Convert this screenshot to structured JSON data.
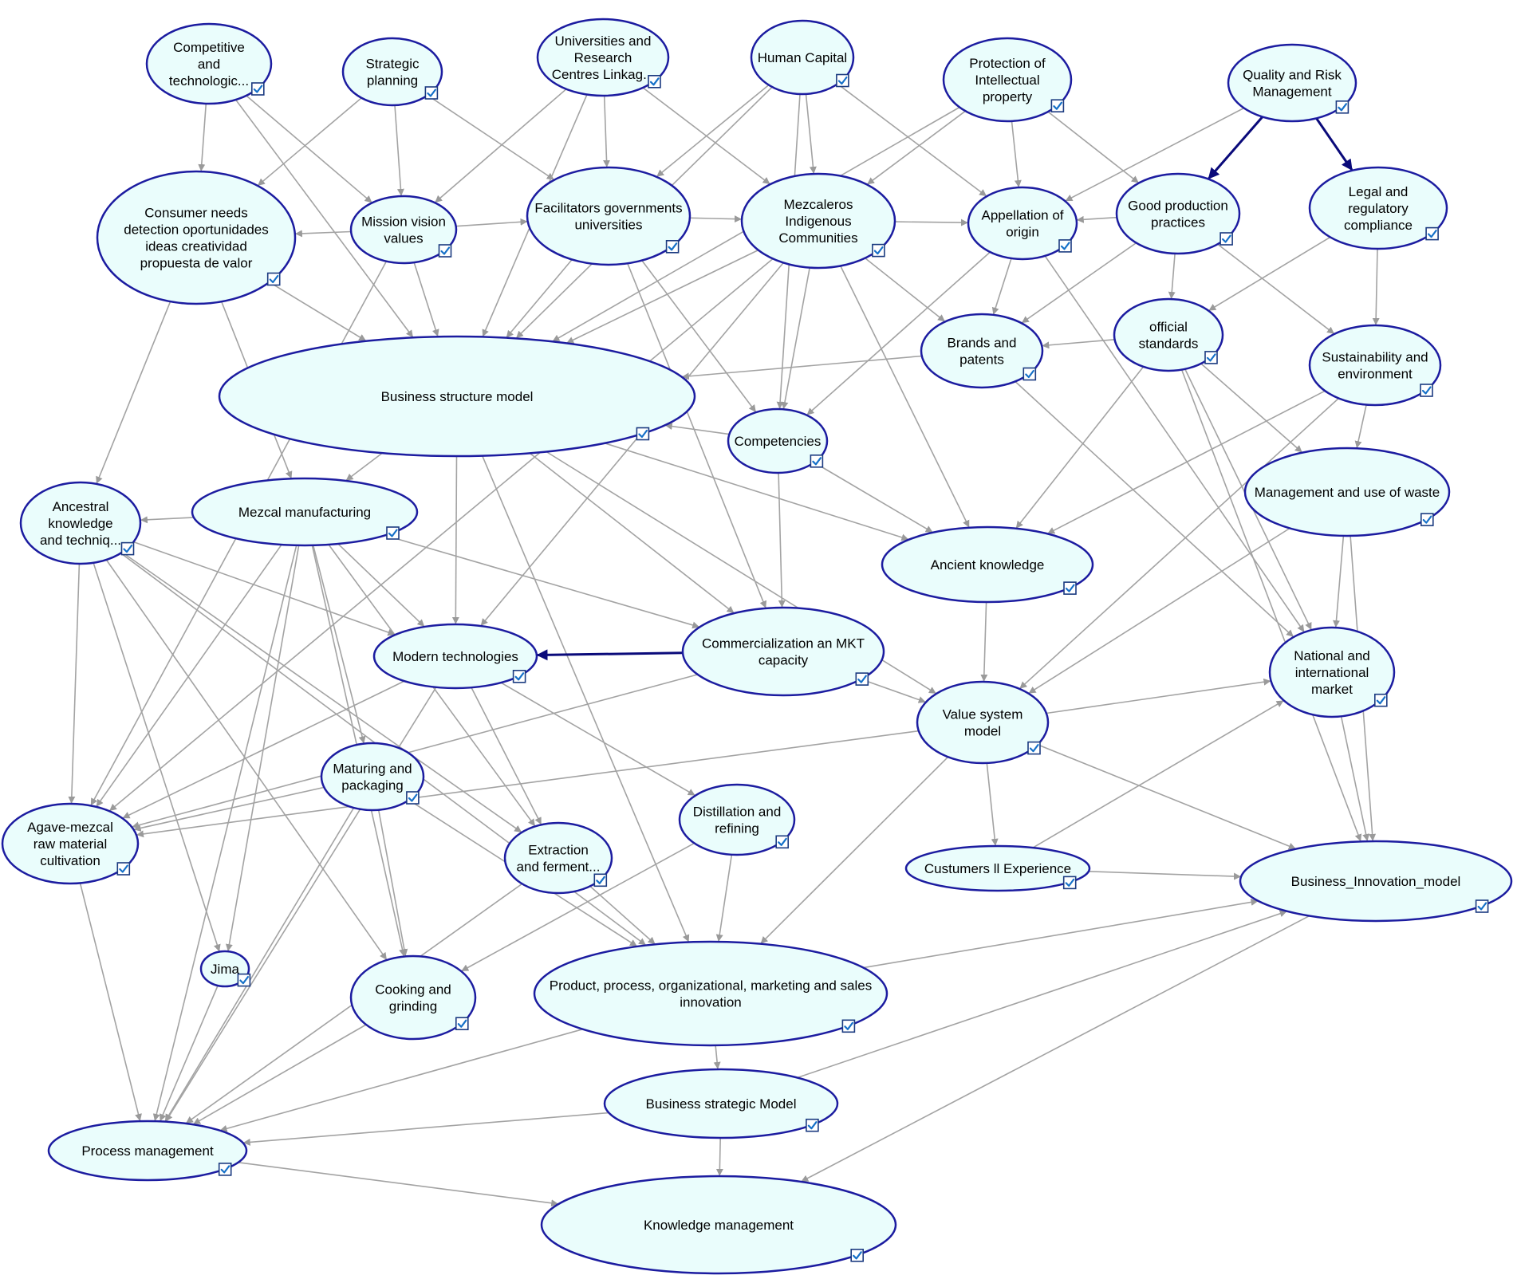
{
  "diagram": {
    "nodes": [
      {
        "id": "competitive",
        "lines": [
          "Competitive",
          "and",
          "technologic..."
        ]
      },
      {
        "id": "strategic_planning",
        "lines": [
          "Strategic",
          "planning"
        ]
      },
      {
        "id": "universities",
        "lines": [
          "Universities and",
          "Research",
          "Centres Linkag..."
        ]
      },
      {
        "id": "human_capital",
        "lines": [
          "Human Capital"
        ]
      },
      {
        "id": "intellectual_property",
        "lines": [
          "Protection of",
          "Intellectual",
          "property"
        ]
      },
      {
        "id": "quality_risk",
        "lines": [
          "Quality and Risk",
          "Management"
        ]
      },
      {
        "id": "consumer_needs",
        "lines": [
          "Consumer needs",
          "detection oportunidades",
          "ideas creatividad",
          "propuesta de valor"
        ]
      },
      {
        "id": "mission_vision",
        "lines": [
          "Mission vision",
          "values"
        ]
      },
      {
        "id": "facilitators",
        "lines": [
          "Facilitators governments",
          "universities"
        ]
      },
      {
        "id": "mezcaleros",
        "lines": [
          "Mezcaleros",
          "Indigenous",
          "Communities"
        ]
      },
      {
        "id": "appellation",
        "lines": [
          "Appellation of",
          "origin"
        ]
      },
      {
        "id": "good_production",
        "lines": [
          "Good production",
          "practices"
        ]
      },
      {
        "id": "legal",
        "lines": [
          "Legal and",
          "regulatory",
          "compliance"
        ]
      },
      {
        "id": "brands",
        "lines": [
          "Brands and",
          "patents"
        ]
      },
      {
        "id": "official_standards",
        "lines": [
          "official",
          "standards"
        ]
      },
      {
        "id": "sustainability",
        "lines": [
          "Sustainability and",
          "environment"
        ]
      },
      {
        "id": "business_structure",
        "lines": [
          "Business structure model"
        ]
      },
      {
        "id": "competencies",
        "lines": [
          "Competencies"
        ]
      },
      {
        "id": "waste",
        "lines": [
          "Management and use of waste"
        ]
      },
      {
        "id": "ancestral",
        "lines": [
          "Ancestral",
          "knowledge",
          "and techniq..."
        ]
      },
      {
        "id": "mezcal_manufacturing",
        "lines": [
          "Mezcal manufacturing"
        ]
      },
      {
        "id": "ancient_knowledge",
        "lines": [
          "Ancient knowledge"
        ]
      },
      {
        "id": "modern_tech",
        "lines": [
          "Modern technologies"
        ]
      },
      {
        "id": "commercialization",
        "lines": [
          "Commercialization an MKT",
          "capacity"
        ]
      },
      {
        "id": "national_market",
        "lines": [
          "National and",
          "international",
          "market"
        ]
      },
      {
        "id": "value_system",
        "lines": [
          "Value system",
          "model"
        ]
      },
      {
        "id": "maturing",
        "lines": [
          "Maturing and",
          "packaging"
        ]
      },
      {
        "id": "agave",
        "lines": [
          "Agave-mezcal",
          "raw material",
          "cultivation"
        ]
      },
      {
        "id": "distillation",
        "lines": [
          "Distillation and",
          "refining"
        ]
      },
      {
        "id": "extraction",
        "lines": [
          "Extraction",
          "and ferment..."
        ]
      },
      {
        "id": "customers",
        "lines": [
          "Custumers ll Experience"
        ]
      },
      {
        "id": "business_innovation",
        "lines": [
          "Business_Innovation_model"
        ]
      },
      {
        "id": "jima",
        "lines": [
          "Jima"
        ]
      },
      {
        "id": "cooking",
        "lines": [
          "Cooking and",
          "grinding"
        ]
      },
      {
        "id": "product_innovation",
        "lines": [
          "Product, process, organizational, marketing and sales",
          "innovation"
        ]
      },
      {
        "id": "business_strategic",
        "lines": [
          "Business strategic Model"
        ]
      },
      {
        "id": "process_management",
        "lines": [
          "Process management"
        ]
      },
      {
        "id": "knowledge_management",
        "lines": [
          "Knowledge management"
        ]
      }
    ],
    "edges": [
      [
        "competitive",
        "consumer_needs"
      ],
      [
        "competitive",
        "mission_vision"
      ],
      [
        "competitive",
        "business_structure"
      ],
      [
        "strategic_planning",
        "mission_vision"
      ],
      [
        "strategic_planning",
        "consumer_needs"
      ],
      [
        "strategic_planning",
        "facilitators"
      ],
      [
        "universities",
        "facilitators"
      ],
      [
        "universities",
        "mezcaleros"
      ],
      [
        "universities",
        "business_structure"
      ],
      [
        "universities",
        "mission_vision"
      ],
      [
        "human_capital",
        "facilitators"
      ],
      [
        "human_capital",
        "mezcaleros"
      ],
      [
        "human_capital",
        "appellation"
      ],
      [
        "human_capital",
        "business_structure"
      ],
      [
        "human_capital",
        "competencies"
      ],
      [
        "intellectual_property",
        "mezcaleros"
      ],
      [
        "intellectual_property",
        "appellation"
      ],
      [
        "intellectual_property",
        "good_production"
      ],
      [
        "intellectual_property",
        "business_structure"
      ],
      [
        "quality_risk",
        "good_production"
      ],
      [
        "quality_risk",
        "legal"
      ],
      [
        "quality_risk",
        "appellation"
      ],
      [
        "mission_vision",
        "consumer_needs"
      ],
      [
        "mission_vision",
        "facilitators"
      ],
      [
        "mission_vision",
        "business_structure"
      ],
      [
        "mission_vision",
        "agave"
      ],
      [
        "consumer_needs",
        "business_structure"
      ],
      [
        "consumer_needs",
        "ancestral"
      ],
      [
        "consumer_needs",
        "mezcal_manufacturing"
      ],
      [
        "facilitators",
        "mezcaleros"
      ],
      [
        "facilitators",
        "business_structure"
      ],
      [
        "facilitators",
        "competencies"
      ],
      [
        "facilitators",
        "commercialization"
      ],
      [
        "mezcaleros",
        "appellation"
      ],
      [
        "mezcaleros",
        "brands"
      ],
      [
        "mezcaleros",
        "competencies"
      ],
      [
        "mezcaleros",
        "business_structure"
      ],
      [
        "mezcaleros",
        "ancient_knowledge"
      ],
      [
        "mezcaleros",
        "modern_tech"
      ],
      [
        "mezcaleros",
        "agave"
      ],
      [
        "good_production",
        "appellation"
      ],
      [
        "good_production",
        "official_standards"
      ],
      [
        "good_production",
        "sustainability"
      ],
      [
        "good_production",
        "brands"
      ],
      [
        "appellation",
        "brands"
      ],
      [
        "appellation",
        "competencies"
      ],
      [
        "appellation",
        "national_market"
      ],
      [
        "legal",
        "sustainability"
      ],
      [
        "legal",
        "official_standards"
      ],
      [
        "official_standards",
        "brands"
      ],
      [
        "official_standards",
        "ancient_knowledge"
      ],
      [
        "official_standards",
        "national_market"
      ],
      [
        "official_standards",
        "waste"
      ],
      [
        "official_standards",
        "business_innovation"
      ],
      [
        "sustainability",
        "waste"
      ],
      [
        "sustainability",
        "ancient_knowledge"
      ],
      [
        "sustainability",
        "value_system"
      ],
      [
        "brands",
        "business_structure"
      ],
      [
        "brands",
        "national_market"
      ],
      [
        "business_structure",
        "mezcal_manufacturing"
      ],
      [
        "business_structure",
        "modern_tech"
      ],
      [
        "business_structure",
        "commercialization"
      ],
      [
        "business_structure",
        "ancient_knowledge"
      ],
      [
        "business_structure",
        "value_system"
      ],
      [
        "business_structure",
        "product_innovation"
      ],
      [
        "competencies",
        "business_structure"
      ],
      [
        "competencies",
        "ancient_knowledge"
      ],
      [
        "competencies",
        "commercialization"
      ],
      [
        "waste",
        "national_market"
      ],
      [
        "waste",
        "business_innovation"
      ],
      [
        "waste",
        "value_system"
      ],
      [
        "mezcal_manufacturing",
        "ancestral"
      ],
      [
        "mezcal_manufacturing",
        "modern_tech"
      ],
      [
        "mezcal_manufacturing",
        "maturing"
      ],
      [
        "mezcal_manufacturing",
        "extraction"
      ],
      [
        "mezcal_manufacturing",
        "agave"
      ],
      [
        "mezcal_manufacturing",
        "jima"
      ],
      [
        "mezcal_manufacturing",
        "cooking"
      ],
      [
        "mezcal_manufacturing",
        "process_management"
      ],
      [
        "mezcal_manufacturing",
        "commercialization"
      ],
      [
        "ancestral",
        "agave"
      ],
      [
        "ancestral",
        "modern_tech"
      ],
      [
        "ancestral",
        "jima"
      ],
      [
        "ancestral",
        "cooking"
      ],
      [
        "ancestral",
        "extraction"
      ],
      [
        "ancestral",
        "product_innovation"
      ],
      [
        "ancient_knowledge",
        "value_system"
      ],
      [
        "commercialization",
        "value_system"
      ],
      [
        "commercialization",
        "agave"
      ],
      [
        "commercialization",
        "modern_tech"
      ],
      [
        "modern_tech",
        "distillation"
      ],
      [
        "modern_tech",
        "extraction"
      ],
      [
        "modern_tech",
        "agave"
      ],
      [
        "modern_tech",
        "process_management"
      ],
      [
        "value_system",
        "national_market"
      ],
      [
        "value_system",
        "customers"
      ],
      [
        "value_system",
        "business_innovation"
      ],
      [
        "value_system",
        "product_innovation"
      ],
      [
        "value_system",
        "agave"
      ],
      [
        "national_market",
        "business_innovation"
      ],
      [
        "maturing",
        "agave"
      ],
      [
        "maturing",
        "cooking"
      ],
      [
        "maturing",
        "product_innovation"
      ],
      [
        "maturing",
        "process_management"
      ],
      [
        "distillation",
        "product_innovation"
      ],
      [
        "distillation",
        "cooking"
      ],
      [
        "extraction",
        "product_innovation"
      ],
      [
        "extraction",
        "process_management"
      ],
      [
        "customers",
        "business_innovation"
      ],
      [
        "customers",
        "national_market"
      ],
      [
        "product_innovation",
        "business_innovation"
      ],
      [
        "product_innovation",
        "business_strategic"
      ],
      [
        "product_innovation",
        "process_management"
      ],
      [
        "business_strategic",
        "business_innovation"
      ],
      [
        "business_strategic",
        "process_management"
      ],
      [
        "business_strategic",
        "knowledge_management"
      ],
      [
        "agave",
        "process_management"
      ],
      [
        "jima",
        "process_management"
      ],
      [
        "cooking",
        "process_management"
      ],
      [
        "process_management",
        "knowledge_management"
      ],
      [
        "business_innovation",
        "knowledge_management"
      ]
    ],
    "strong_edges": [
      [
        "quality_risk",
        "good_production"
      ],
      [
        "quality_risk",
        "legal"
      ],
      [
        "commercialization",
        "modern_tech"
      ]
    ]
  }
}
